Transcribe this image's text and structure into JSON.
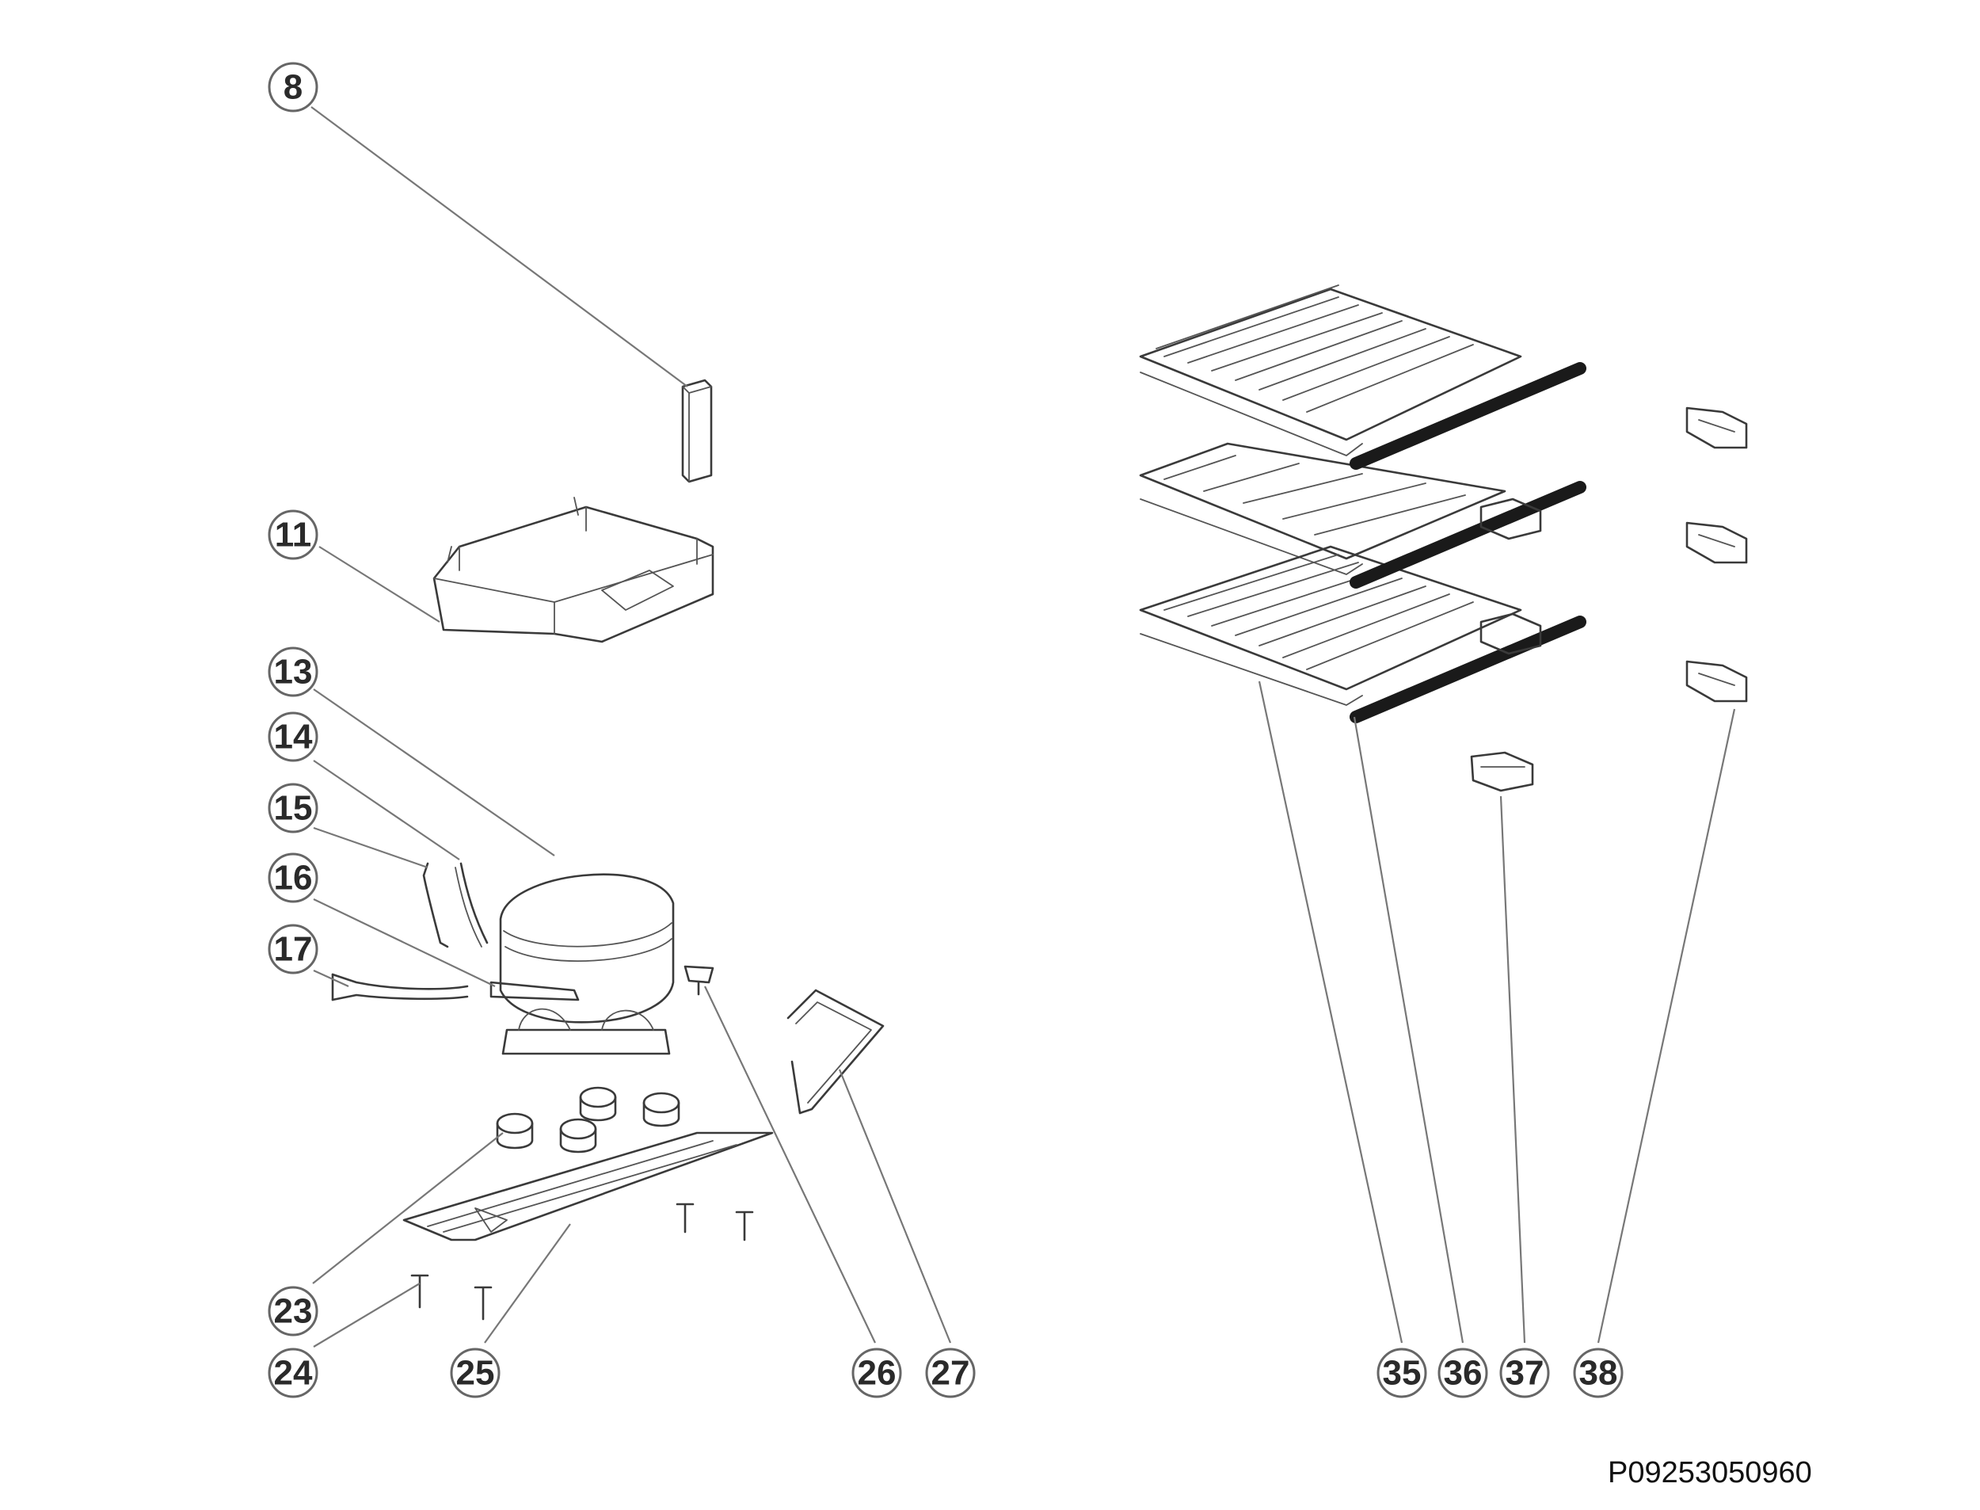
{
  "callouts": [
    {
      "id": "c8",
      "label": "8"
    },
    {
      "id": "c11",
      "label": "11"
    },
    {
      "id": "c13",
      "label": "13"
    },
    {
      "id": "c14",
      "label": "14"
    },
    {
      "id": "c15",
      "label": "15"
    },
    {
      "id": "c16",
      "label": "16"
    },
    {
      "id": "c17",
      "label": "17"
    },
    {
      "id": "c23",
      "label": "23"
    },
    {
      "id": "c24",
      "label": "24"
    },
    {
      "id": "c25",
      "label": "25"
    },
    {
      "id": "c26",
      "label": "26"
    },
    {
      "id": "c27",
      "label": "27"
    },
    {
      "id": "c35",
      "label": "35"
    },
    {
      "id": "c36",
      "label": "36"
    },
    {
      "id": "c37",
      "label": "37"
    },
    {
      "id": "c38",
      "label": "38"
    }
  ],
  "part_code": "P09253050960"
}
